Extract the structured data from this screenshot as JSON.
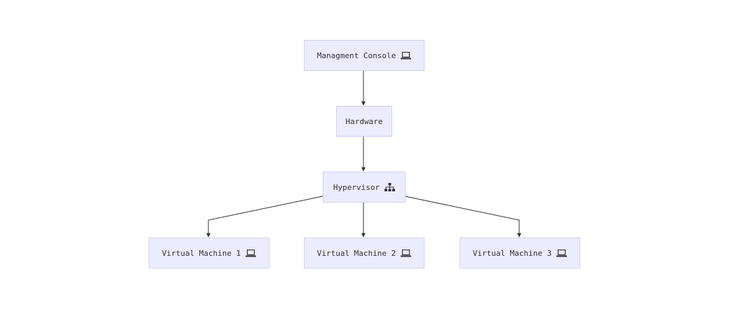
{
  "diagram": {
    "nodes": [
      {
        "id": "console",
        "label": "Managment Console",
        "icon": "laptop-icon"
      },
      {
        "id": "hardware",
        "label": "Hardware",
        "icon": ""
      },
      {
        "id": "hypervisor",
        "label": "Hypervisor",
        "icon": "sitemap-icon"
      },
      {
        "id": "vm1",
        "label": "Virtual Machine 1",
        "icon": "laptop-icon"
      },
      {
        "id": "vm2",
        "label": "Virtual Machine 2",
        "icon": "laptop-icon"
      },
      {
        "id": "vm3",
        "label": "Virtual Machine 3",
        "icon": "laptop-icon"
      }
    ],
    "edges": [
      {
        "from": "console",
        "to": "hardware"
      },
      {
        "from": "hardware",
        "to": "hypervisor"
      },
      {
        "from": "hypervisor",
        "to": "vm1"
      },
      {
        "from": "hypervisor",
        "to": "vm2"
      },
      {
        "from": "hypervisor",
        "to": "vm3"
      }
    ],
    "colors": {
      "node_fill": "#ececff",
      "node_border": "#cfd0f4",
      "text": "#333333",
      "edge": "#333333"
    }
  }
}
